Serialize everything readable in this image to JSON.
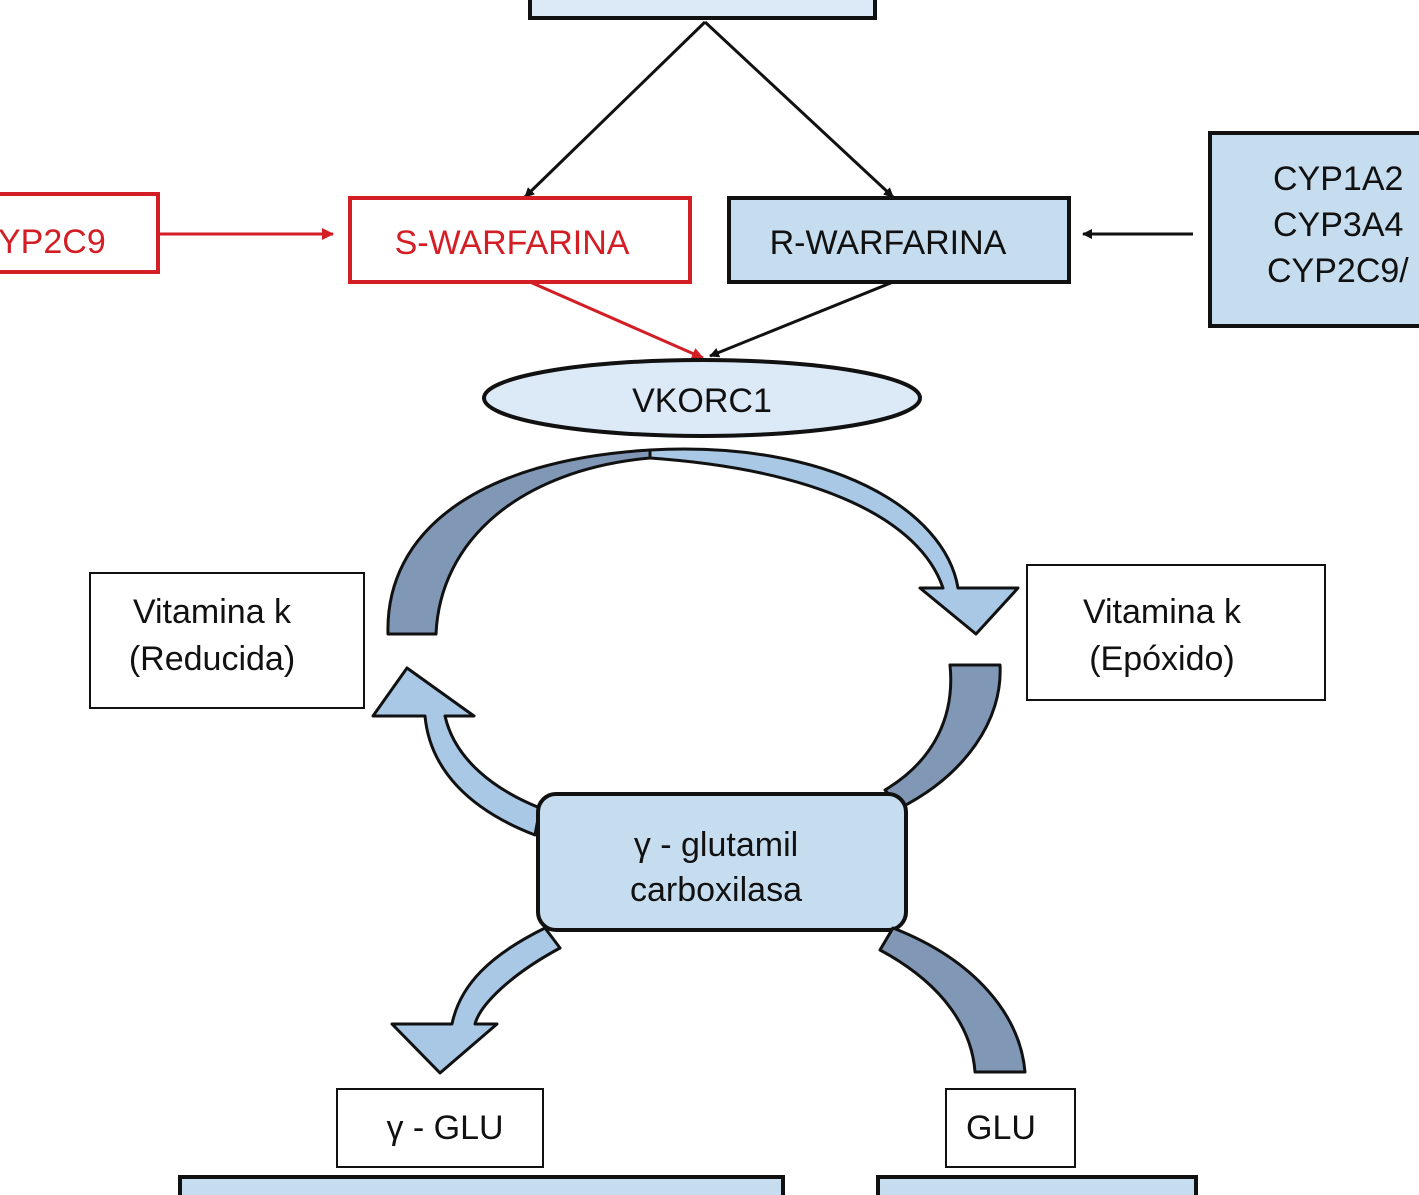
{
  "colors": {
    "red": "#d21e24",
    "box_fill": "#c6dcef",
    "ellipse_fill": "#dce9f6",
    "arrow_light": "#a9c8e6",
    "arrow_dark": "#8098b6",
    "black": "#111111"
  },
  "nodes": {
    "cyp2c9": "YP2C9",
    "s_warfarina": "S-WARFARINA",
    "r_warfarina": "R-WARFARINA",
    "cyp_group": [
      "CYP1A2",
      "CYP3A4",
      "CYP2C9/"
    ],
    "vkorc1": "VKORC1",
    "vitk_reducida": [
      "Vitamina k",
      "(Reducida)"
    ],
    "vitk_epoxido": [
      "Vitamina k",
      "(Epóxido)"
    ],
    "gamma_carboxilasa": [
      "γ - glutamil",
      "carboxilasa"
    ],
    "gamma_glu": "γ - GLU",
    "glu": "GLU"
  }
}
